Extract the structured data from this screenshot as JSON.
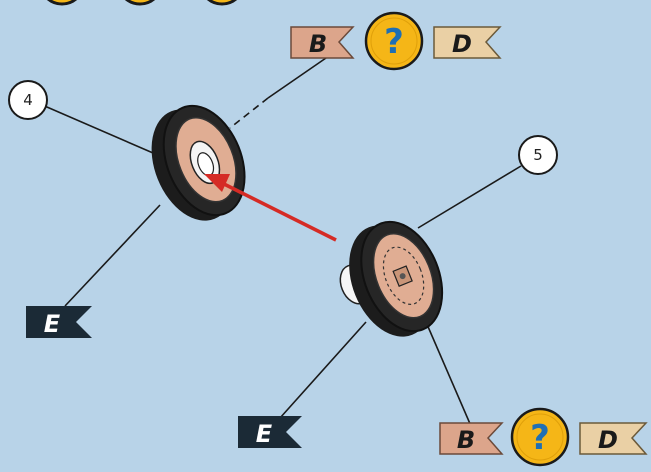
{
  "colors": {
    "background": "#b8d3e8",
    "flag_b_fill": "#dca58b",
    "flag_d_fill": "#ead0a5",
    "flag_e_fill": "#1b2a36",
    "question_fill": "#f5b617",
    "wheel_tire": "#1c1c1c",
    "wheel_rim": "#e0ad93",
    "arrow": "#d52b25",
    "leader_line": "#1a1a1a"
  },
  "callouts": {
    "part_4": "4",
    "part_5": "5"
  },
  "flags": {
    "top_b": "B",
    "top_question": "?",
    "top_d": "D",
    "left_e": "E",
    "bottom_e": "E",
    "bottom_b": "B",
    "bottom_question": "?",
    "bottom_d": "D"
  },
  "icons": {
    "question": "question-mark-icon",
    "insert_arrow": "red-assembly-arrow-icon"
  }
}
